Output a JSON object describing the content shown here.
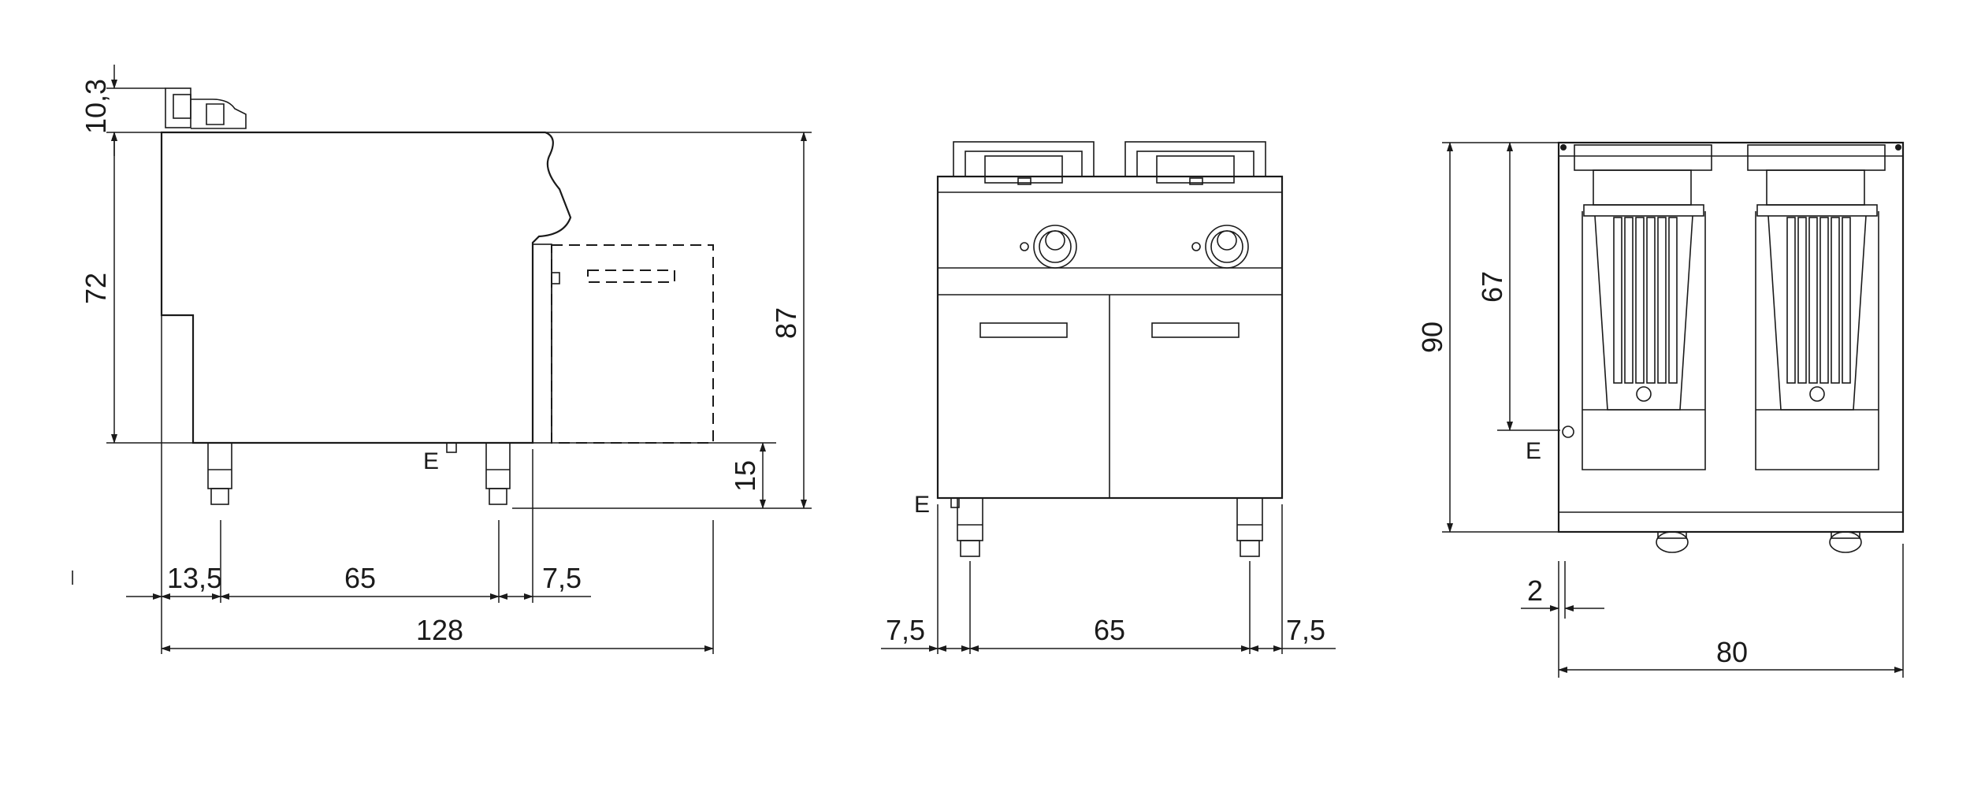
{
  "side_view": {
    "dims": {
      "motor_height": "10,3",
      "body_height": "72",
      "total_height": "87",
      "leg_height": "15",
      "front_offset": "13,5",
      "leg_spacing": "65",
      "rear_offset": "7,5",
      "total_depth": "128"
    },
    "earth_label": "E"
  },
  "front_view": {
    "dims": {
      "left_offset": "7,5",
      "leg_spacing": "65",
      "right_offset": "7,5"
    },
    "earth_label": "E"
  },
  "top_view": {
    "dims": {
      "depth": "90",
      "tank_depth": "67",
      "edge": "2",
      "width": "80"
    },
    "earth_label": "E"
  },
  "colors": {
    "line": "#1a1a1a",
    "background": "#ffffff"
  }
}
